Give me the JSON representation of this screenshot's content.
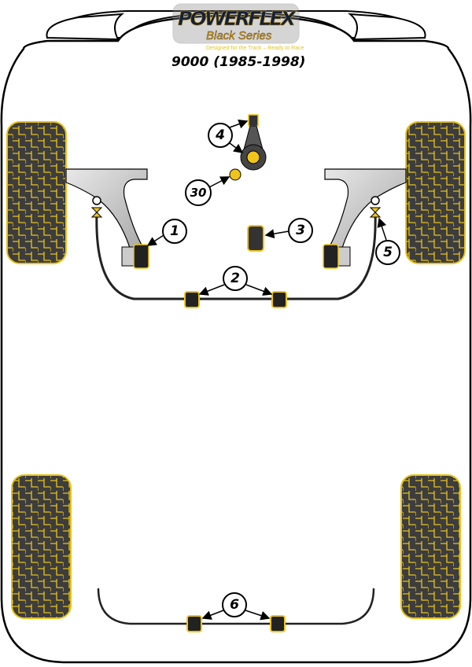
{
  "logo": {
    "brand": "POWERFLEX",
    "series": "Black Series",
    "tagline": "Designed for the Track – Ready to Race"
  },
  "title": "9000 (1985-1998)",
  "callouts": {
    "c1": "1",
    "c2": "2",
    "c3": "3",
    "c4": "4",
    "c5": "5",
    "c6": "6",
    "c30": "30"
  },
  "colors": {
    "tire": "#3d3d3d",
    "tread": "#e8c21a",
    "bush": "#222222",
    "bush_accent": "#f0c419",
    "arm": "#c8c8c8"
  }
}
